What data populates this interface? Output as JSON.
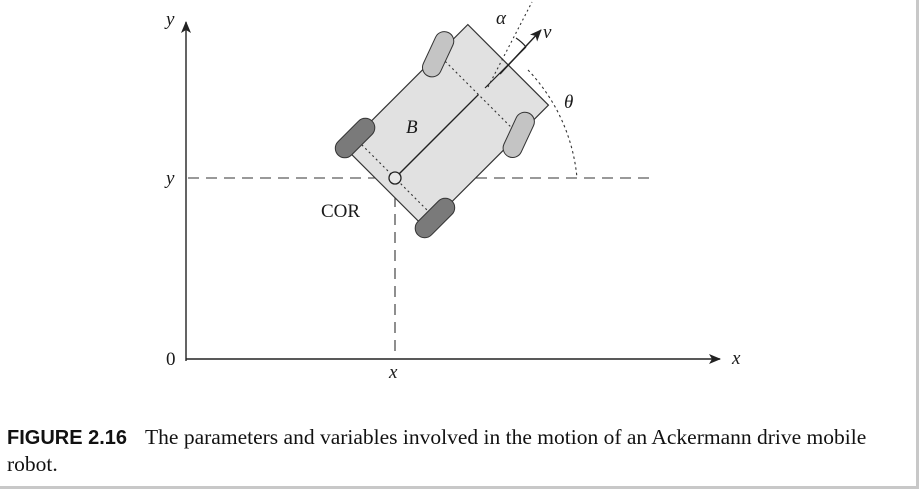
{
  "diagram": {
    "axis_y_label": "y",
    "axis_x_label": "x",
    "origin_label": "0",
    "y_position_label": "y",
    "x_position_label": "x",
    "baseline_label": "B",
    "cor_label": "COR",
    "steer_angle_label": "α",
    "velocity_label": "v",
    "heading_label": "θ"
  },
  "caption": {
    "label": "FIGURE 2.16",
    "text": "The parameters and variables involved in the motion of an Ackermann drive mobile robot."
  }
}
